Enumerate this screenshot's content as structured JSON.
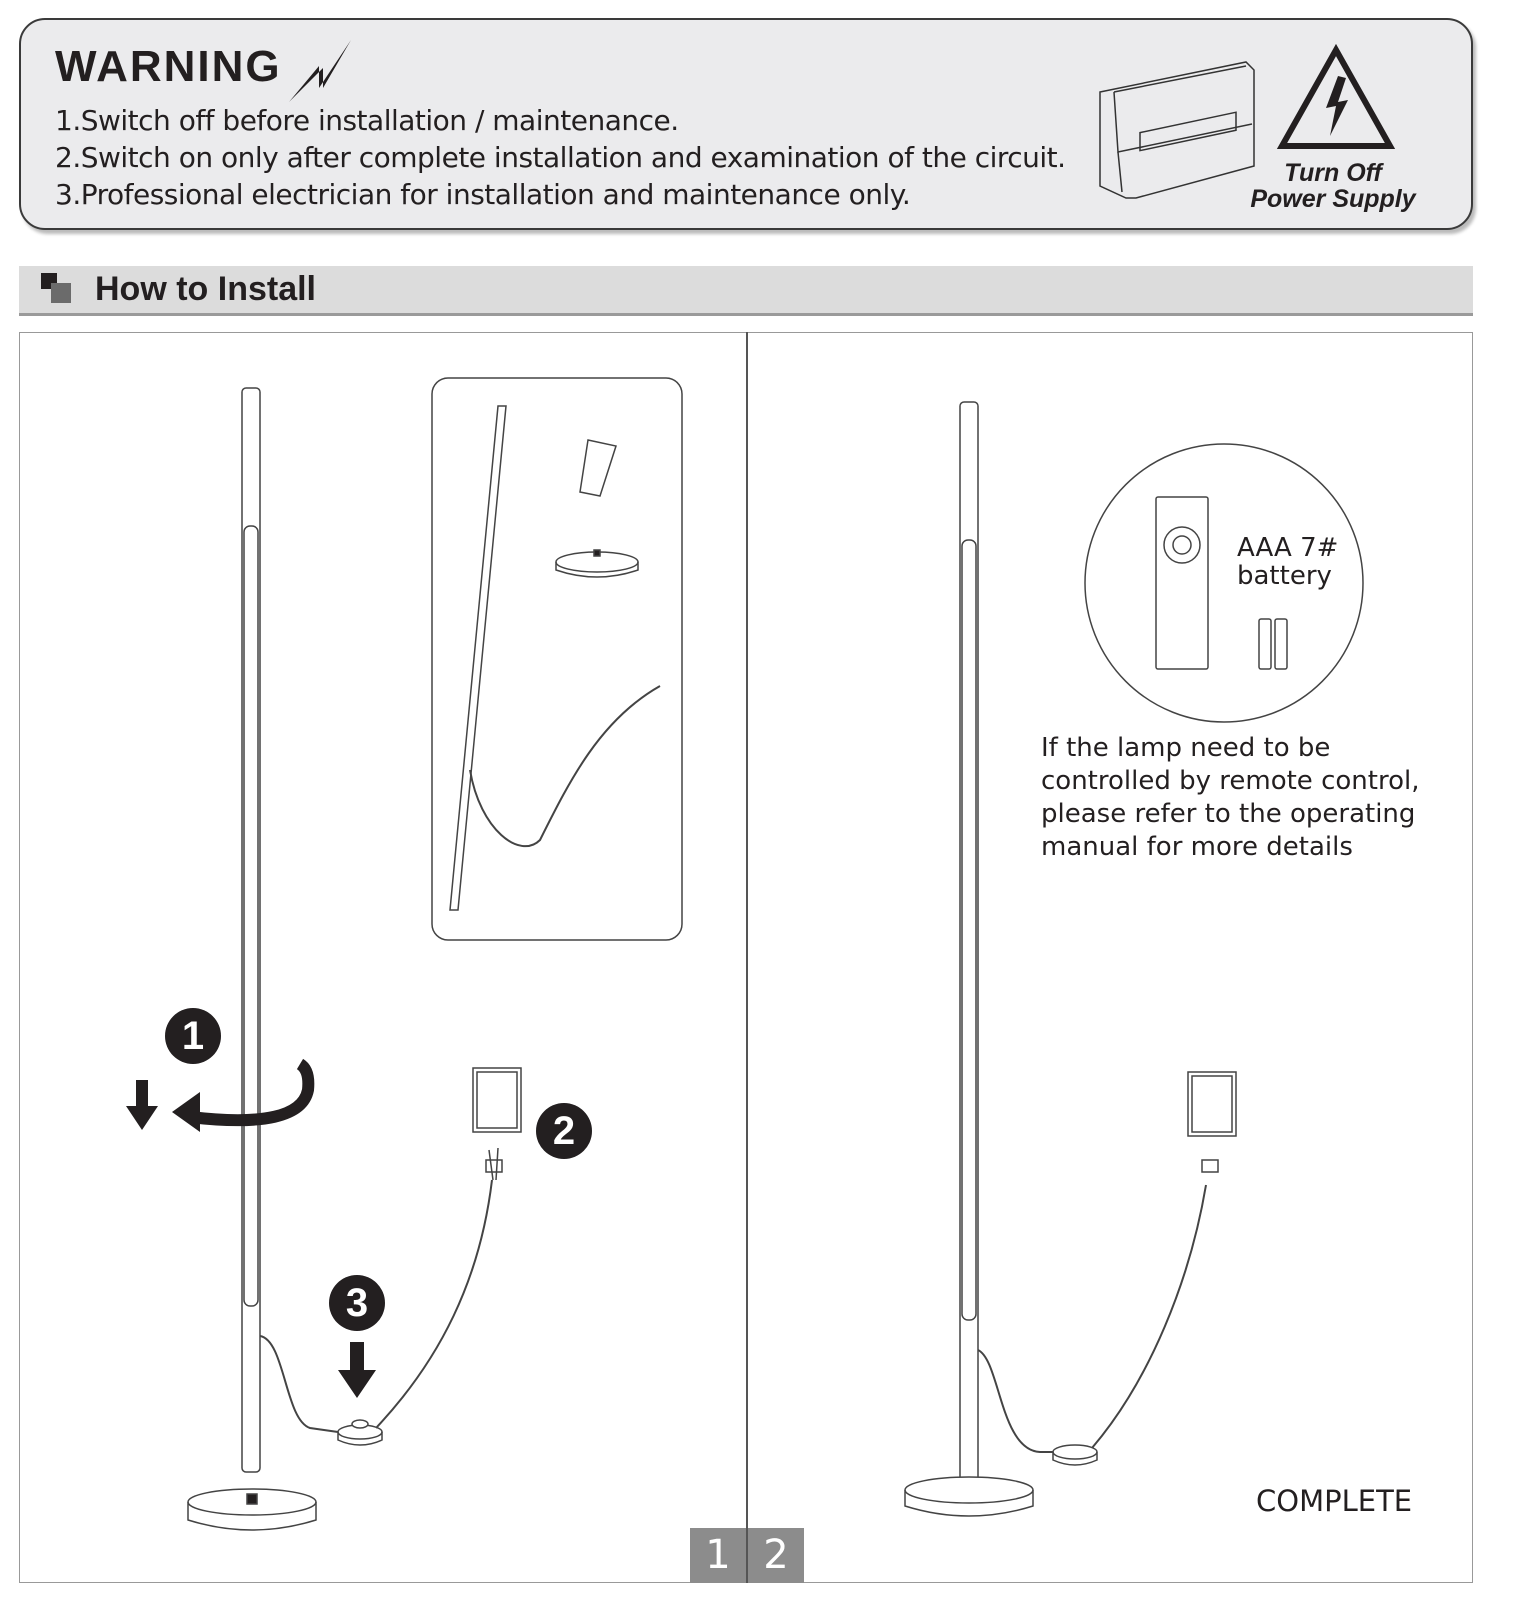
{
  "warning": {
    "title": "WARNING",
    "lines": [
      "1.Switch off before installation / maintenance.",
      "2.Switch on only after complete installation and examination of the circuit.",
      "3.Professional electrician for installation and maintenance only."
    ],
    "turn_off": "Turn Off",
    "power_supply": "Power Supply"
  },
  "section": {
    "title": "How to Install"
  },
  "steps": {
    "s1": "1",
    "s2": "2",
    "s3": "3"
  },
  "battery": {
    "line1": "AAA 7#",
    "line2": "battery"
  },
  "note": [
    "If the lamp need to be",
    "controlled by remote control,",
    "please refer to the operating",
    "manual for more details"
  ],
  "complete": "COMPLETE",
  "pages": [
    "1",
    "2"
  ]
}
